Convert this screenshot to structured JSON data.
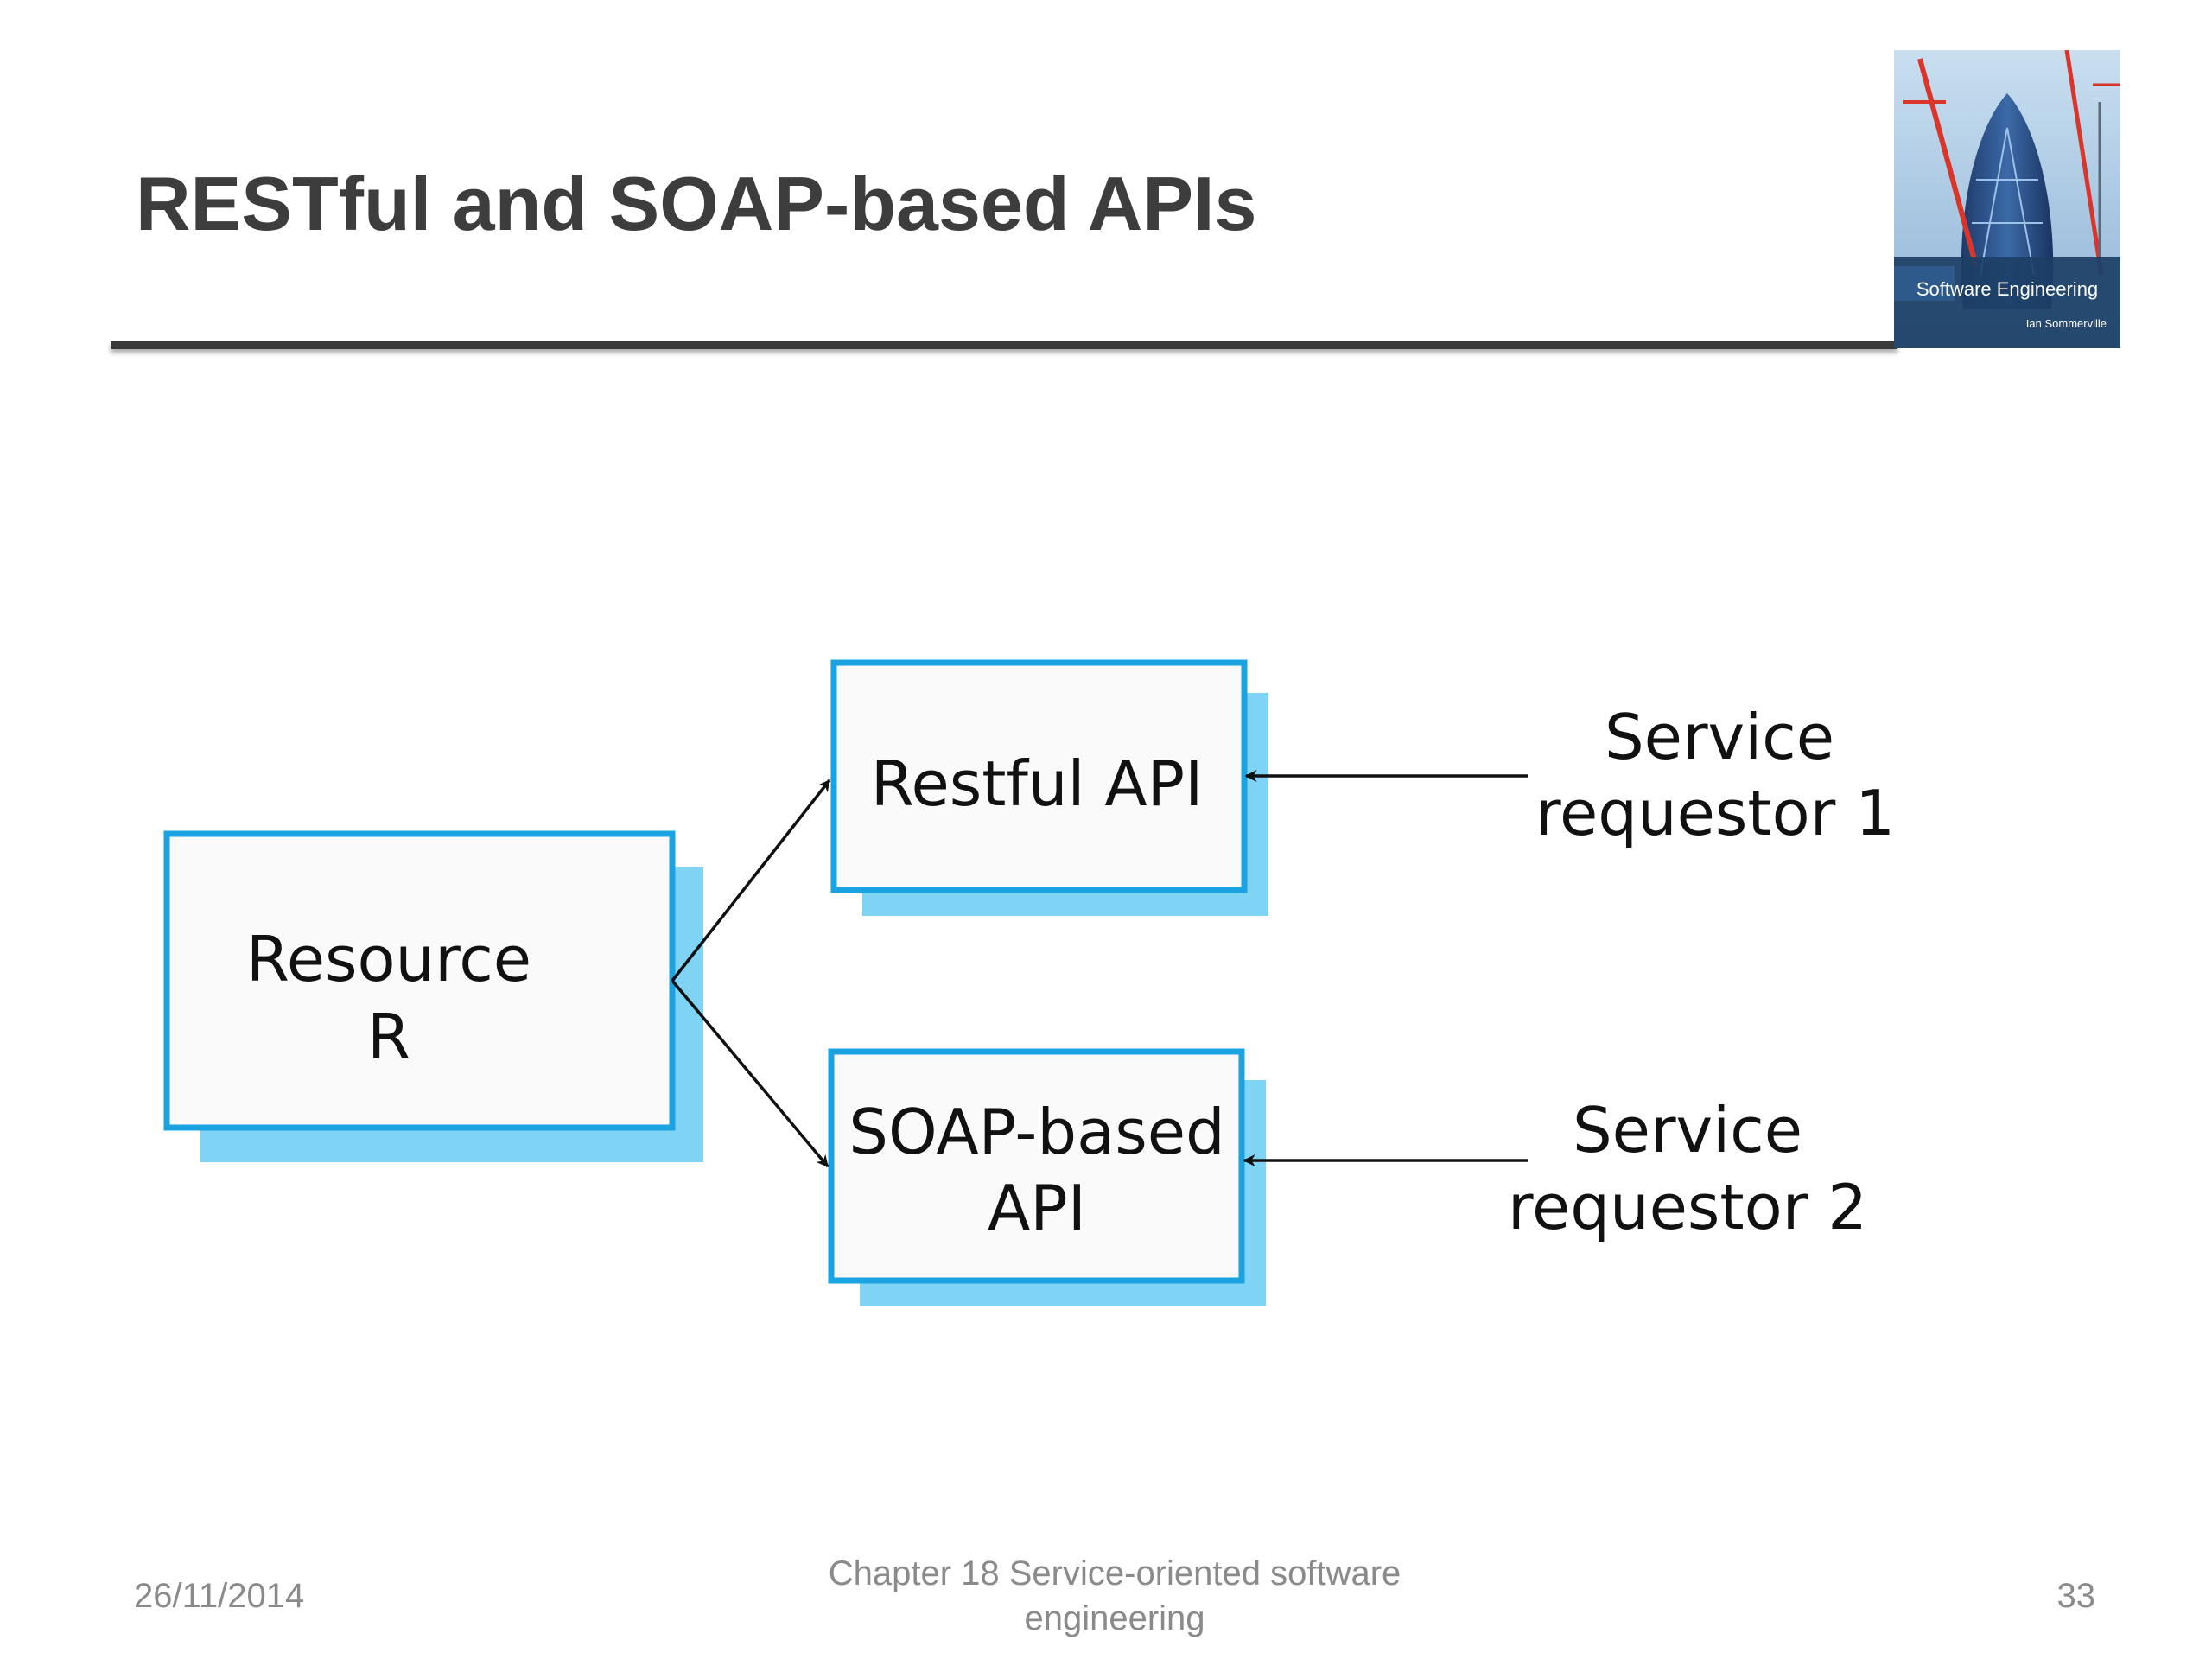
{
  "slide": {
    "title": "RESTful and SOAP-based APIs",
    "cover": {
      "title": "Software Engineering",
      "author": "Ian Sommerville"
    },
    "footer": {
      "date": "26/11/2014",
      "chapter_line1": "Chapter 18 Service-oriented software",
      "chapter_line2": "engineering",
      "page": "33"
    }
  },
  "diagram": {
    "resource_box": {
      "line1": "Resource",
      "line2": "R"
    },
    "restful_box": {
      "label": "Restful API"
    },
    "soap_box": {
      "line1": "SOAP-based",
      "line2": "API"
    },
    "requestor1": {
      "line1": "Service",
      "line2": "requestor 1"
    },
    "requestor2": {
      "line1": "Service",
      "line2": "requestor 2"
    },
    "colors": {
      "box_border": "#1aa3e0",
      "box_shadow": "#7fd3f5",
      "box_fill": "#fafafa",
      "arrow": "#111111"
    }
  }
}
